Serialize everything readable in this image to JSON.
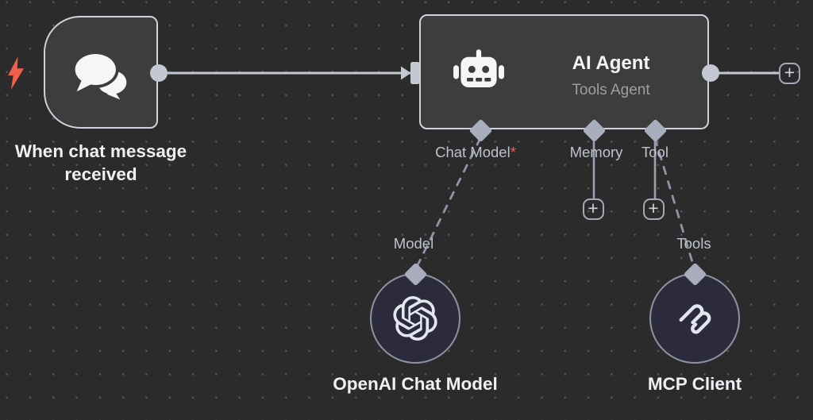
{
  "colors": {
    "bg": "#2b2b2b",
    "dot": "#565656",
    "node_fill": "#3d3d3d",
    "node_border": "#cdd2dc",
    "wire": "#c3c8d3",
    "stub": "#9aa0af",
    "dash": "#8f95a6",
    "connector": "#a8aebd",
    "circle_fill": "#2c2b3c",
    "circle_border": "#8d93a2",
    "title": "#f4f5f7",
    "subtitle": "#9d9ea2",
    "node_label": "#eef0f3",
    "port_label": "#bdc2cd",
    "asterisk": "#f35c4a",
    "bolt": "#ef604c",
    "icon_light": "#e3e6ef",
    "plus_border": "#a2a8b7",
    "plus_glyph_color": "#ced3dd"
  },
  "trigger_node": {
    "label": "When chat message received",
    "icon": "chat-bubbles-icon"
  },
  "agent_node": {
    "title": "AI Agent",
    "subtitle": "Tools Agent",
    "icon": "robot-icon",
    "inputs": {
      "chat_model": {
        "label": "Chat Model",
        "required_marker": "*"
      },
      "memory": {
        "label": "Memory"
      },
      "tool": {
        "label": "Tool"
      }
    }
  },
  "openai_node": {
    "label": "OpenAI Chat Model",
    "port_label": "Model",
    "icon": "openai-logo-icon"
  },
  "mcp_node": {
    "label": "MCP Client",
    "port_label": "Tools",
    "icon": "mcp-logo-icon"
  },
  "ui": {
    "plus_glyph": "+"
  }
}
